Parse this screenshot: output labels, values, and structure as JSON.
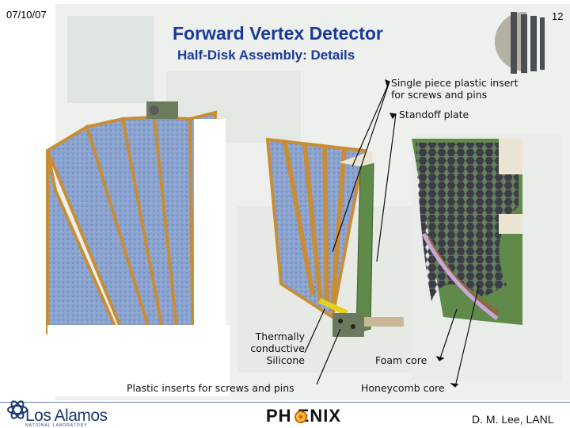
{
  "slide": {
    "date": "07/10/07",
    "page_number": "12",
    "title": "Forward Vertex Detector",
    "subtitle": "Half-Disk Assembly: Details"
  },
  "callouts": {
    "plastic_insert": "Single piece plastic insert for screws and pins",
    "standoff": "Standoff plate",
    "thermal": "Thermally conductive Silicone",
    "foam": "Foam core",
    "plastic_screws": "Plastic inserts for screws and pins",
    "honeycomb": "Honeycomb core"
  },
  "footer": {
    "lanl_logo_text": "Los Alamos",
    "lanl_logo_subtext": "NATIONAL LABORATORY",
    "phenix_logo_text": "PH   ENIX",
    "author": "D. M. Lee, LANL"
  },
  "colors": {
    "title": "#1a3a9a",
    "sensor_blue": "#7a96c8",
    "kapton_orange": "#d9a44a",
    "board_green": "#5f8a4a",
    "honeycomb_dark": "#2f3236"
  }
}
